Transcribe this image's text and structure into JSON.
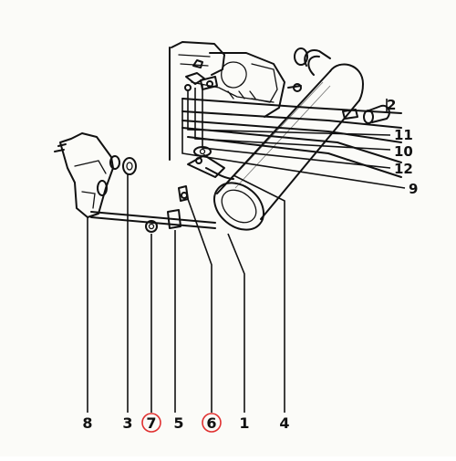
{
  "callouts": {
    "c1": "1",
    "c2": "2",
    "c3": "3",
    "c4": "4",
    "c5": "5",
    "c6": "6",
    "c7": "7",
    "c8": "8",
    "c9": "9",
    "c10": "10",
    "c11": "11",
    "c12": "12"
  },
  "highlight_color": "#e03030"
}
